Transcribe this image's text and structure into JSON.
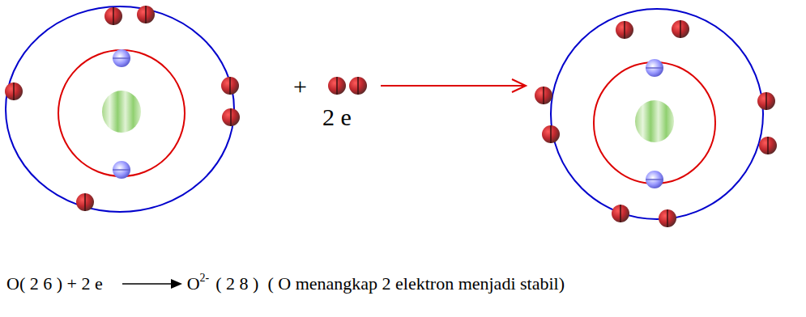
{
  "diagram": {
    "labels": [
      "+",
      "2 e",
      "O( 2 6 ) + 2 e",
      "O",
      "2-",
      "( 2 8 )  ( O menangkap 2 elektron menjadi stabil)"
    ]
  }
}
